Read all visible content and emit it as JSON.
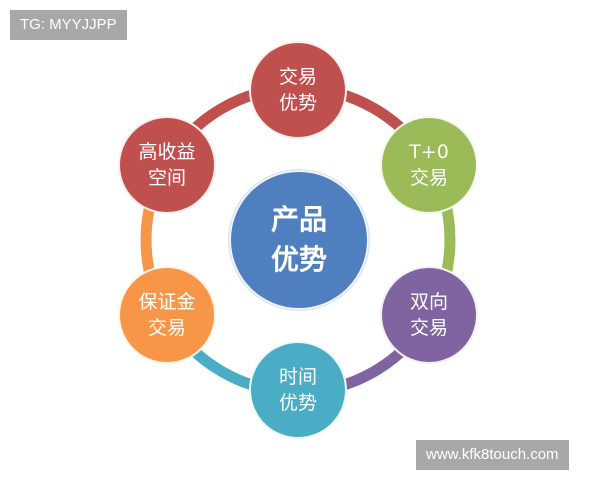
{
  "watermarks": {
    "top_left": "TG: MYYJJPP",
    "bottom_right": "www.kfk8touch.com"
  },
  "center": {
    "lines": [
      "产品",
      "优势"
    ],
    "color": "#4f7fbf"
  },
  "nodes": [
    {
      "id": "trade-advantage",
      "lines": [
        "交易",
        "优势"
      ],
      "color": "#c0504d"
    },
    {
      "id": "t0-trading",
      "lines": [
        "T+0",
        "交易"
      ],
      "color": "#9bbb59"
    },
    {
      "id": "two-way-trading",
      "lines": [
        "双向",
        "交易"
      ],
      "color": "#8064a2"
    },
    {
      "id": "time-advantage",
      "lines": [
        "时间",
        "优势"
      ],
      "color": "#4bacc6"
    },
    {
      "id": "margin-trading",
      "lines": [
        "保证金",
        "交易"
      ],
      "color": "#f79646"
    },
    {
      "id": "high-return-space",
      "lines": [
        "高收益",
        "空间"
      ],
      "color": "#c0504d"
    }
  ],
  "ring_arcs": [
    {
      "from": "交易优势",
      "to": "T+0交易",
      "color": "#c0504d"
    },
    {
      "from": "T+0交易",
      "to": "双向交易",
      "color": "#9bbb59"
    },
    {
      "from": "双向交易",
      "to": "时间优势",
      "color": "#8064a2"
    },
    {
      "from": "时间优势",
      "to": "保证金交易",
      "color": "#4bacc6"
    },
    {
      "from": "保证金交易",
      "to": "高收益空间",
      "color": "#f79646"
    },
    {
      "from": "高收益空间",
      "to": "交易优势",
      "color": "#c0504d"
    }
  ]
}
